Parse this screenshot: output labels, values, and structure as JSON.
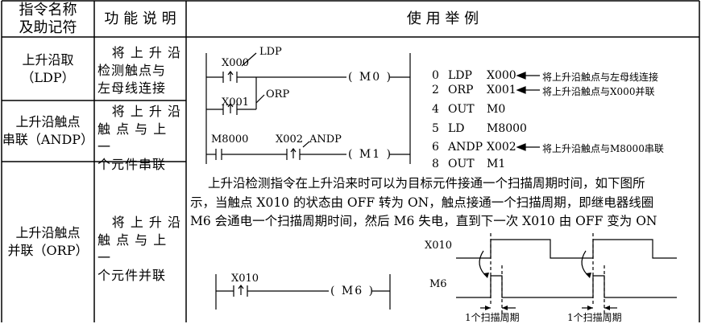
{
  "header": {
    "col1": [
      "指令名称",
      "及助记符"
    ],
    "col2": "功 能 说 明",
    "col3": "使 用 举 例"
  },
  "rows": [
    {
      "name": [
        "上升沿取",
        "（LDP）"
      ],
      "desc": [
        "将 上 升 沿",
        "检测触点与",
        "左母线连接"
      ]
    },
    {
      "name": [
        "上升沿触点",
        "串联（ANDP）"
      ],
      "desc": [
        "将 上 升 沿",
        "触 点 与 上 一",
        "个元件串联"
      ]
    },
    {
      "name": [
        "上升沿触点",
        "并联（ORP）"
      ],
      "desc": [
        "将 上 升 沿",
        "触 点 与 上 一",
        "个元件并联"
      ]
    }
  ],
  "ladder1": {
    "x000": "X000",
    "ldp": "LDP",
    "x001": "X001",
    "orp": "ORP",
    "m0": "( M0 )",
    "m8000": "M8000",
    "x002": "X002",
    "andp": "ANDP",
    "m1": "( M1 )"
  },
  "instructions": [
    {
      "step": "0",
      "op": "LDP",
      "arg": "X000",
      "note": "将上升沿触点与左母线连接"
    },
    {
      "step": "2",
      "op": "ORP",
      "arg": "X001",
      "note": "将上升沿触点与X000并联"
    },
    {
      "step": "4",
      "op": "OUT",
      "arg": "M0",
      "note": ""
    },
    {
      "step": "5",
      "op": "LD",
      "arg": "M8000",
      "note": ""
    },
    {
      "step": "6",
      "op": "ANDP",
      "arg": "X002",
      "note": "将上升沿触点与M8000串联"
    },
    {
      "step": "8",
      "op": "OUT",
      "arg": "M1",
      "note": ""
    }
  ],
  "paragraph": [
    "上升沿检测指令在上升沿来时可以为目标元件接通一个扫描周期时间，如下图所",
    "示，当触点 X010 的状态由 OFF 转为 ON，触点接通一个扫描周期，即继电器线圈",
    "M6 会通电一个扫描周期时间，然后 M6 失电，直到下一次 X010 由 OFF 变为 ON"
  ],
  "ladder2": {
    "x010": "X010",
    "m6": "( M6 )"
  },
  "timing": {
    "x010": "X010",
    "m6": "M6",
    "period1": "1个扫描周期",
    "period2": "1个扫描周期"
  }
}
